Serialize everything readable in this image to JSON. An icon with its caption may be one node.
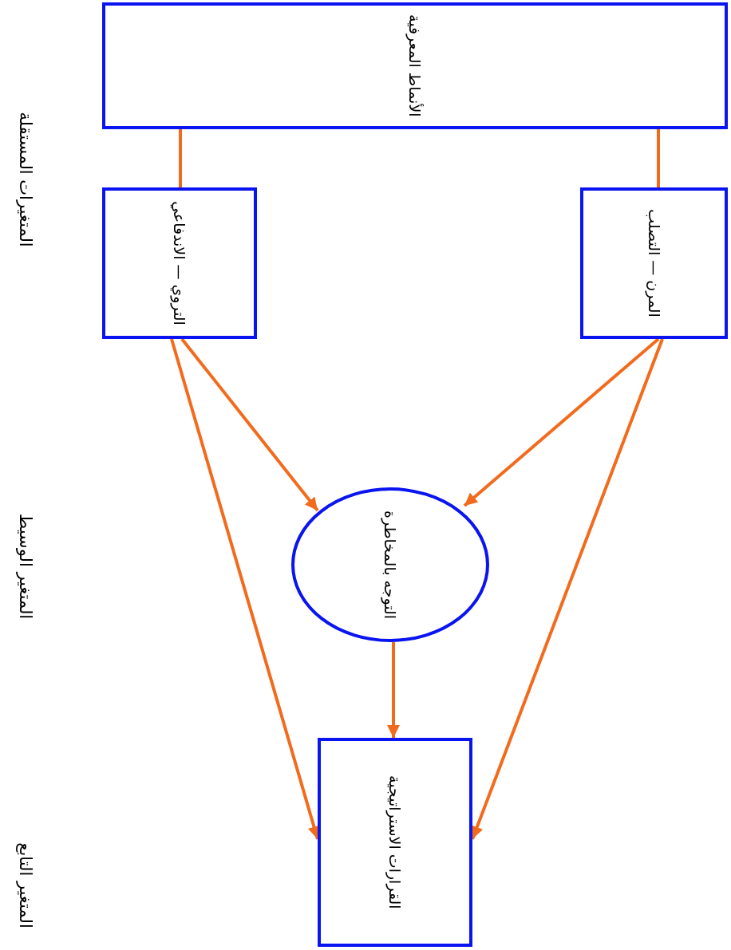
{
  "diagram": {
    "nodes": [
      {
        "text": [
          "الأنماط المعرفية"
        ]
      },
      {
        "text": [
          "التروي — الاندفاعي"
        ]
      },
      {
        "text": [
          "المرن — التصلب"
        ]
      },
      {
        "text": [
          "التوجه بالمخاطرة"
        ]
      },
      {
        "text": [
          "القرارات الاستراتيجية"
        ]
      }
    ],
    "edges": [
      {
        "from": 0,
        "to": 1,
        "arrow": "none"
      },
      {
        "from": 0,
        "to": 2,
        "arrow": "none"
      },
      {
        "from": 1,
        "to": 3,
        "arrow": "to"
      },
      {
        "from": 2,
        "to": 3,
        "arrow": "to"
      },
      {
        "from": 1,
        "to": 4,
        "arrow": "to"
      },
      {
        "from": 2,
        "to": 4,
        "arrow": "to"
      },
      {
        "from": 3,
        "to": 4,
        "arrow": "to"
      }
    ],
    "labels": [
      "المتغيرات المستقلة",
      "المتغير الوسيط",
      "المتغير التابع"
    ]
  }
}
